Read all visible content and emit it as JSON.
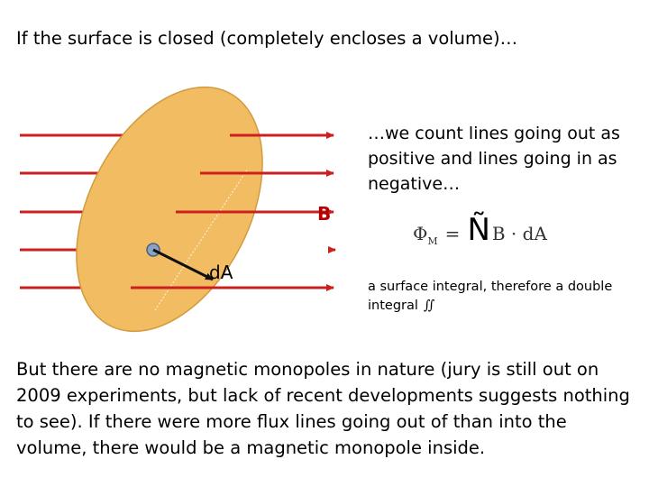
{
  "slide": {
    "title": "If the surface is closed (completely encloses a volume)…",
    "labels": {
      "field": "B",
      "area_element": "dA"
    },
    "side_text": "…we count lines going out as positive and lines going in as negative…",
    "formula": {
      "lhs": "Φ",
      "lhs_sub": "M",
      "equals": "=",
      "operator": "Ñ",
      "integrand": "B · dA"
    },
    "note": {
      "text": "a surface integral, therefore a double integral",
      "symbol": "∬"
    },
    "paragraph": "But there are no magnetic monopoles in nature (jury is still out on 2009 experiments, but lack of recent developments suggests nothing to see). If there were more flux lines going out of than into the volume, there would be a magnetic monopole inside.",
    "colors": {
      "surface_fill": "#f2bd62",
      "surface_edge": "#d29a3e",
      "field_arrow": "#cc1f1f",
      "normal_vector": "#111111",
      "anchor_dot": "#8aa3c2",
      "label_field": "#b40000"
    }
  }
}
